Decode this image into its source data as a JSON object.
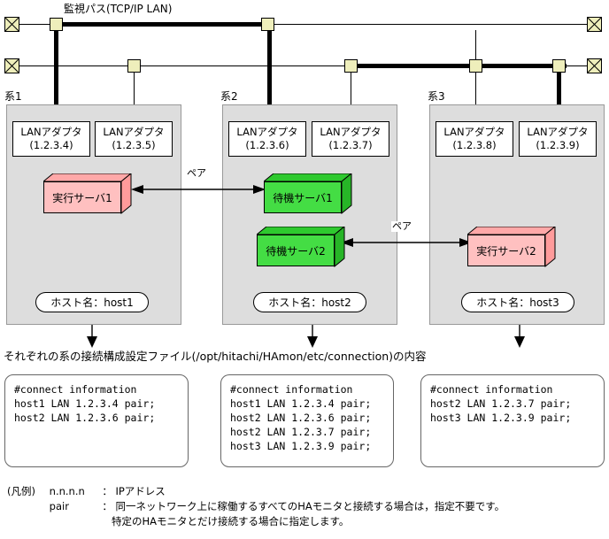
{
  "bus": {
    "title": "監視パス(TCP/IP LAN)",
    "terminator_icon": "crossed-box-icon",
    "connector_icon": "network-tap-icon"
  },
  "systems": [
    {
      "label": "系1",
      "adapters": [
        {
          "name": "LANアダプタ",
          "ip": "(1.2.3.4)"
        },
        {
          "name": "LANアダプタ",
          "ip": "(1.2.3.5)"
        }
      ],
      "servers": [
        {
          "label": "実行サーバ1",
          "color": "#ffc0c0",
          "kind": "active"
        }
      ],
      "hostname": "ホスト名：host1"
    },
    {
      "label": "系2",
      "adapters": [
        {
          "name": "LANアダプタ",
          "ip": "(1.2.3.6)"
        },
        {
          "name": "LANアダプタ",
          "ip": "(1.2.3.7)"
        }
      ],
      "servers": [
        {
          "label": "待機サーバ1",
          "color": "#44dd44",
          "kind": "standby"
        },
        {
          "label": "待機サーバ2",
          "color": "#44dd44",
          "kind": "standby"
        }
      ],
      "hostname": "ホスト名：host2"
    },
    {
      "label": "系3",
      "adapters": [
        {
          "name": "LANアダプタ",
          "ip": "(1.2.3.8)"
        },
        {
          "name": "LANアダプタ",
          "ip": "(1.2.3.9)"
        }
      ],
      "servers": [
        {
          "label": "実行サーバ2",
          "color": "#ffc0c0",
          "kind": "active"
        }
      ],
      "hostname": "ホスト名：host3"
    }
  ],
  "pair_labels": {
    "pair1": "ペア",
    "pair2": "ペア"
  },
  "caption": "それぞれの系の接続構成設定ファイル(/opt/hitachi/HAmon/etc/connection)の内容",
  "config_files": [
    {
      "lines": [
        "#connect information",
        "host1 LAN 1.2.3.4 pair;",
        "host2 LAN 1.2.3.6 pair;"
      ]
    },
    {
      "lines": [
        "#connect information",
        "host1 LAN 1.2.3.4 pair;",
        "host2 LAN 1.2.3.6 pair;",
        "host2 LAN 1.2.3.7 pair;",
        "host3 LAN 1.2.3.9 pair;"
      ]
    },
    {
      "lines": [
        "#connect information",
        "host2 LAN 1.2.3.7 pair;",
        "host3 LAN 1.2.3.9 pair;"
      ]
    }
  ],
  "legend": {
    "heading": "(凡例)",
    "entries": [
      {
        "key": "n.n.n.n",
        "sep": "：",
        "desc": "IPアドレス"
      },
      {
        "key": "pair",
        "sep": "：",
        "desc": "同一ネットワーク上に稼働するすべてのHAモニタと接続する場合は，指定不要です。"
      }
    ],
    "continuation": "特定のHAモニタとだけ接続する場合に指定します。"
  },
  "colors": {
    "bus_node": "#eeeebb",
    "panel": "#dddddd",
    "active_server": "#ffc0c0",
    "standby_server": "#44dd44",
    "line": "#000000"
  }
}
